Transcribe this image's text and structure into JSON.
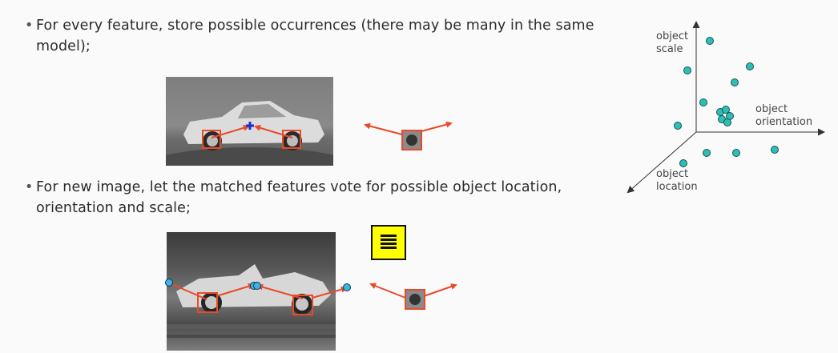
{
  "bullets": [
    {
      "marker": "•",
      "text": "For every feature, store possible occurrences (there may be many in the same model);"
    },
    {
      "marker": "•",
      "text": "For new image, let the matched features vote for possible object location, orientation and scale;"
    }
  ],
  "plot": {
    "axis_scale": "object scale",
    "axis_orientation": "object orientation",
    "axis_location": "object location"
  },
  "menu_button": {
    "icon": "menu-icon",
    "background": "#ffff00"
  },
  "colors": {
    "accent": "#e84a2a",
    "point": "#2bbfb8",
    "vote": "#3bb5e6",
    "center_mark": "#1a2ecc"
  }
}
